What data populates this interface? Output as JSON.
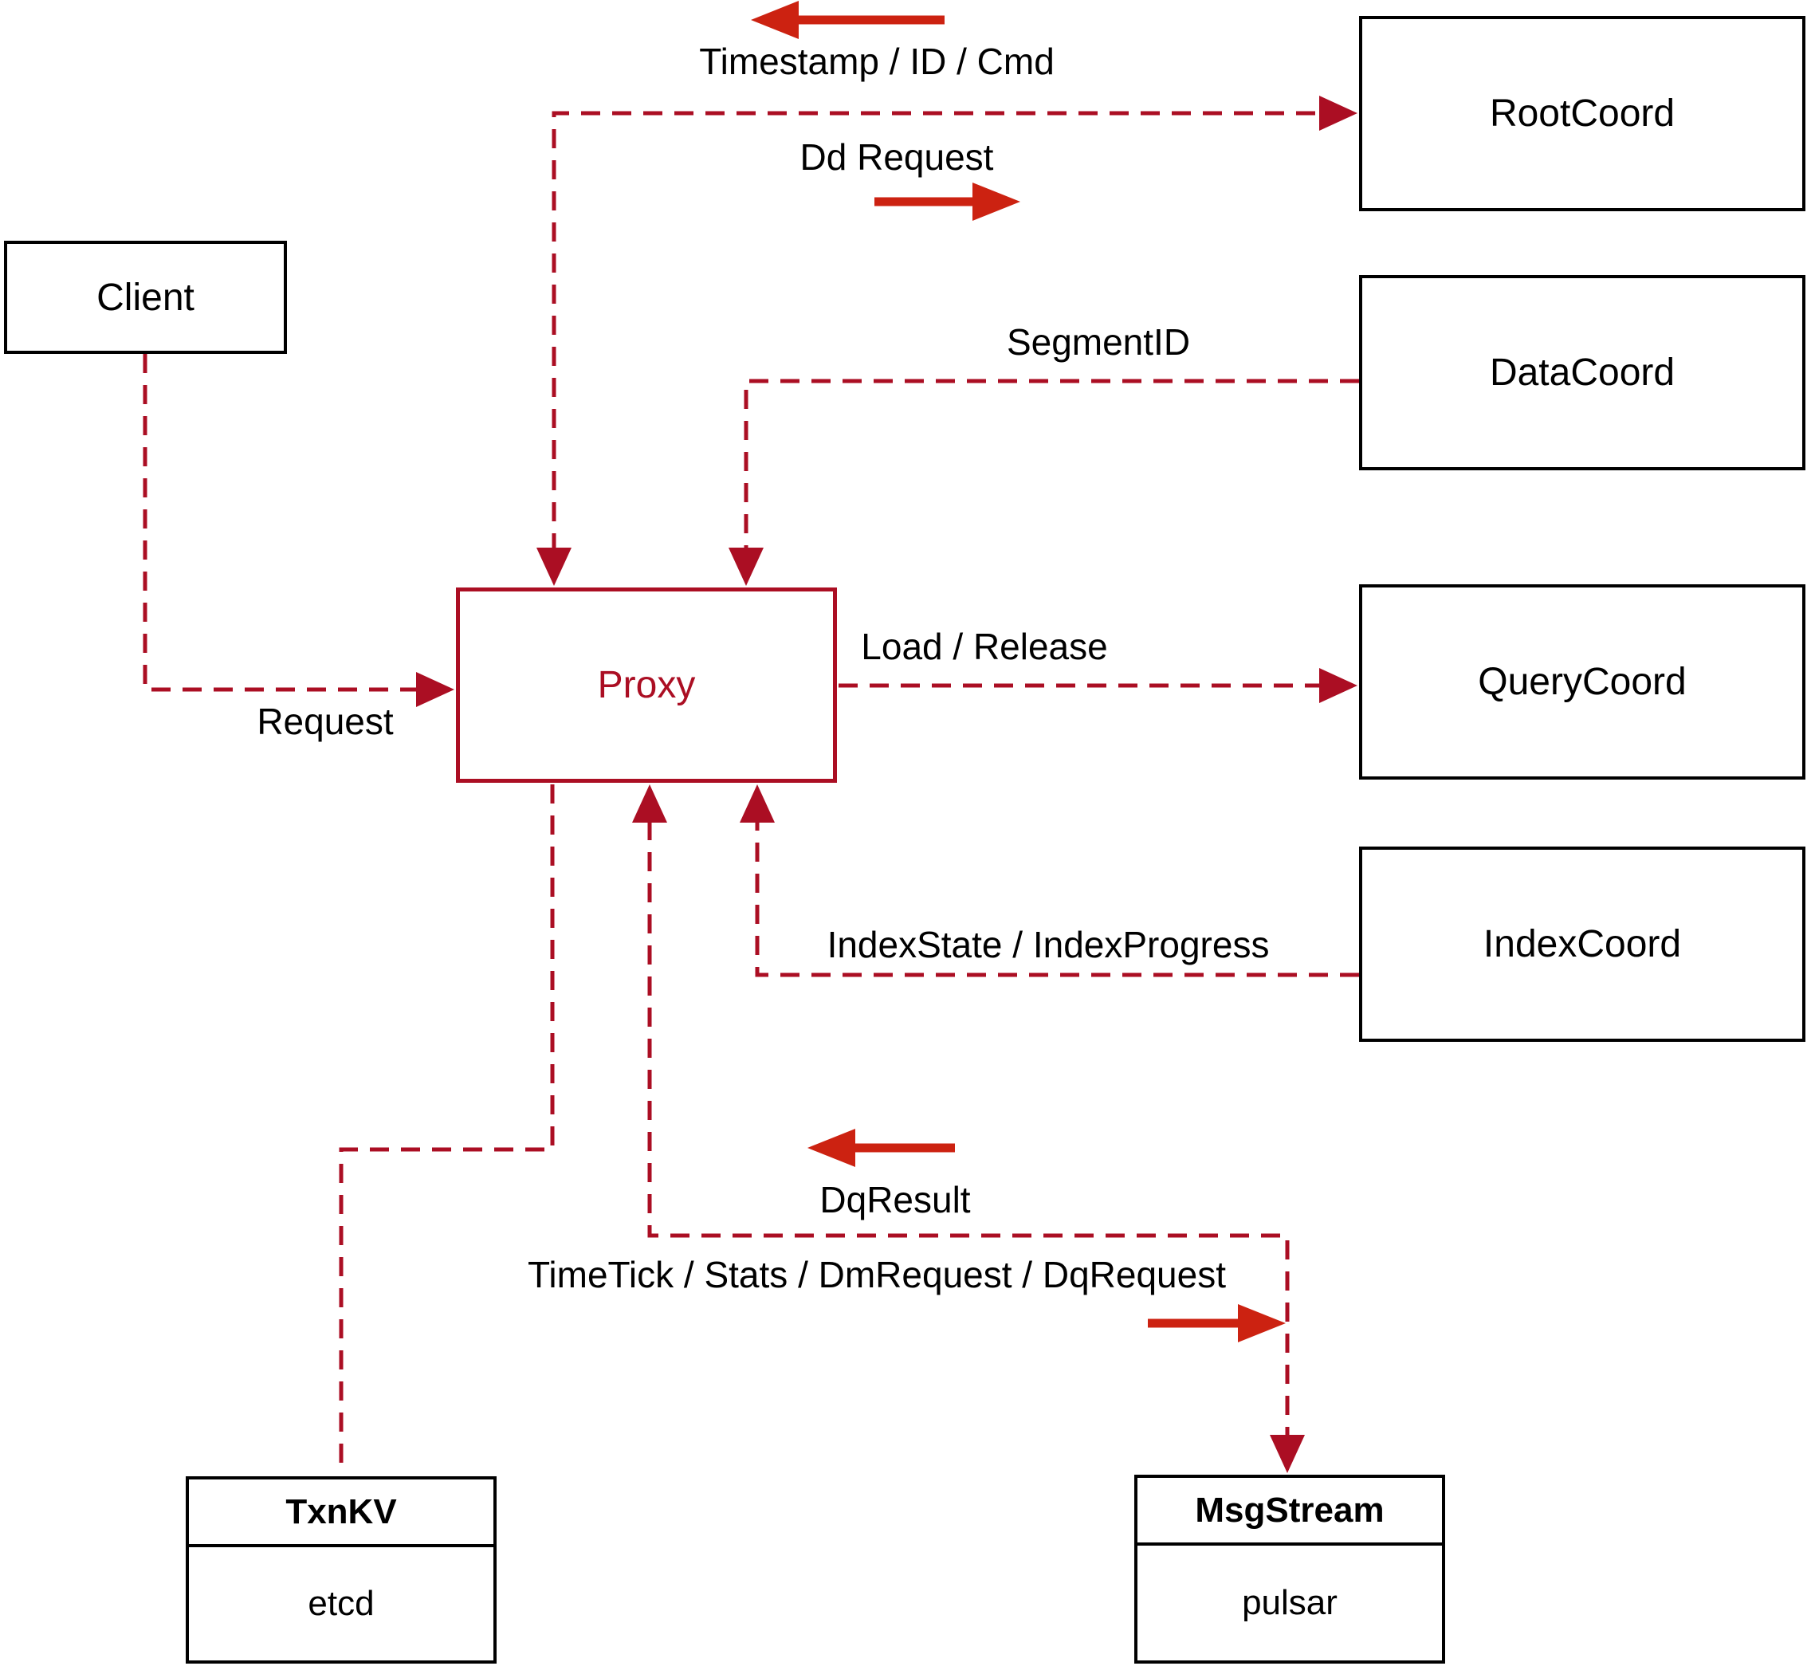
{
  "diagram": {
    "nodes": {
      "client": {
        "label": "Client"
      },
      "proxy": {
        "label": "Proxy"
      },
      "root_coord": {
        "label": "RootCoord"
      },
      "data_coord": {
        "label": "DataCoord"
      },
      "query_coord": {
        "label": "QueryCoord"
      },
      "index_coord": {
        "label": "IndexCoord"
      },
      "txn_kv": {
        "title": "TxnKV",
        "value": "etcd"
      },
      "msg_stream": {
        "title": "MsgStream",
        "value": "pulsar"
      }
    },
    "edge_labels": {
      "timestamp": "Timestamp / ID / Cmd",
      "dd_request": "Dd Request",
      "request": "Request",
      "segment_id": "SegmentID",
      "load_release": "Load / Release",
      "index_state": "IndexState / IndexProgress",
      "dq_result": "DqResult",
      "time_tick": "TimeTick / Stats / DmRequest / DqRequest"
    },
    "colors": {
      "dashed_line": "#ab0e23",
      "solid_arrow": "#cc2211",
      "box_border": "#000000",
      "text": "#000000",
      "background": "#ffffff"
    }
  }
}
